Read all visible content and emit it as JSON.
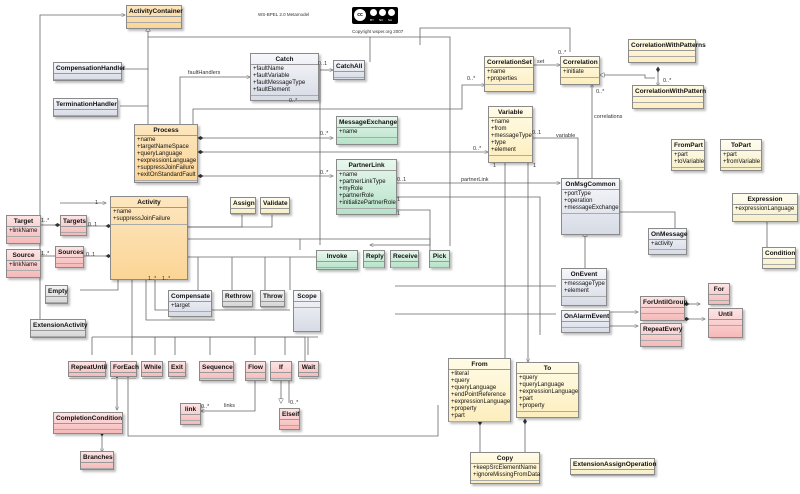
{
  "header": {
    "watermark": "WS-BPEL 2.0 Metamodel",
    "copyright": "Copyright wsper.org 2007",
    "license_badge": {
      "icon": "creative-commons-icon",
      "parts": [
        "BY",
        "NC",
        "SA"
      ]
    }
  },
  "classes": {
    "activityContainer": {
      "name": "ActivityContainer",
      "attrs": []
    },
    "compensationHandler": {
      "name": "CompensationHandler",
      "attrs": []
    },
    "terminationHandler": {
      "name": "TerminationHandler",
      "attrs": []
    },
    "catch": {
      "name": "Catch",
      "attrs": [
        "+faultName",
        "+faultVariable",
        "+faultMessageType",
        "+faultElement"
      ]
    },
    "catchAll": {
      "name": "CatchAll",
      "attrs": []
    },
    "process": {
      "name": "Process",
      "attrs": [
        "+name",
        "+targetNameSpace",
        "+queryLanguage",
        "+expressionLanguage",
        "+suppressJoinFailure",
        "+exitOnStandardFault"
      ]
    },
    "messageExchange": {
      "name": "MessageExchange",
      "attrs": [
        "+name"
      ]
    },
    "partnerLink": {
      "name": "PartnerLink",
      "attrs": [
        "+name",
        "+partnerLinkType",
        "+myRole",
        "+partnerRole",
        "+initializePartnerRole"
      ]
    },
    "correlationSet": {
      "name": "CorrelationSet",
      "attrs": [
        "+name",
        "+properties"
      ]
    },
    "correlation": {
      "name": "Correlation",
      "attrs": [
        "+initiate"
      ]
    },
    "correlationWithPatterns": {
      "name": "CorrelationWithPatterns",
      "attrs": []
    },
    "correlationWithPattern": {
      "name": "CorrelationWithPattern",
      "attrs": []
    },
    "variable": {
      "name": "Variable",
      "attrs": [
        "+name",
        "+from",
        "+messageType",
        "+type",
        "+element"
      ]
    },
    "fromPart": {
      "name": "FromPart",
      "attrs": [
        "+part",
        "+toVariable"
      ]
    },
    "toPart": {
      "name": "ToPart",
      "attrs": [
        "+part",
        "+fromVariable"
      ]
    },
    "expression": {
      "name": "Expression",
      "attrs": [
        "+expressionLanguage"
      ]
    },
    "condition": {
      "name": "Condition",
      "attrs": []
    },
    "onMsgCommon": {
      "name": "OnMsgCommon",
      "attrs": [
        "+portType",
        "+operation",
        "+messageExchange"
      ]
    },
    "onMessage": {
      "name": "OnMessage",
      "attrs": [
        "+activity"
      ]
    },
    "onEvent": {
      "name": "OnEvent",
      "attrs": [
        "+messageType",
        "+element"
      ]
    },
    "onAlarmEvent": {
      "name": "OnAlarmEvent",
      "attrs": []
    },
    "forUntilGroup": {
      "name": "ForUntilGroup",
      "attrs": []
    },
    "for": {
      "name": "For",
      "attrs": []
    },
    "until": {
      "name": "Until",
      "attrs": []
    },
    "repeatEvery": {
      "name": "RepeatEvery",
      "attrs": []
    },
    "activity": {
      "name": "Activity",
      "attrs": [
        "+name",
        "+suppressJoinFailure"
      ]
    },
    "target": {
      "name": "Target",
      "attrs": [
        "+linkName"
      ]
    },
    "targets": {
      "name": "Targets",
      "attrs": []
    },
    "source": {
      "name": "Source",
      "attrs": [
        "+linkName"
      ]
    },
    "sources": {
      "name": "Sources",
      "attrs": []
    },
    "assign": {
      "name": "Assign",
      "attrs": []
    },
    "validate": {
      "name": "Validate",
      "attrs": []
    },
    "invoke": {
      "name": "Invoke",
      "attrs": []
    },
    "reply": {
      "name": "Reply",
      "attrs": []
    },
    "receive": {
      "name": "Receive",
      "attrs": []
    },
    "pick": {
      "name": "Pick",
      "attrs": []
    },
    "empty": {
      "name": "Empty",
      "attrs": []
    },
    "extensionActivity": {
      "name": "ExtensionActivity",
      "attrs": []
    },
    "compensate": {
      "name": "Compensate",
      "attrs": [
        "+target"
      ]
    },
    "rethrow": {
      "name": "Rethrow",
      "attrs": []
    },
    "throw": {
      "name": "Throw",
      "attrs": []
    },
    "scope": {
      "name": "Scope",
      "attrs": []
    },
    "repeatUntil": {
      "name": "RepeatUntil",
      "attrs": []
    },
    "forEach": {
      "name": "ForEach",
      "attrs": []
    },
    "while": {
      "name": "While",
      "attrs": []
    },
    "exit": {
      "name": "Exit",
      "attrs": []
    },
    "sequence": {
      "name": "Sequence",
      "attrs": []
    },
    "flow": {
      "name": "Flow",
      "attrs": []
    },
    "if": {
      "name": "If",
      "attrs": []
    },
    "wait": {
      "name": "Wait",
      "attrs": []
    },
    "link": {
      "name": "link",
      "attrs": []
    },
    "elseif": {
      "name": "Elseif",
      "attrs": []
    },
    "completionCondition": {
      "name": "CompletionCondition",
      "attrs": []
    },
    "branches": {
      "name": "Branches",
      "attrs": []
    },
    "from": {
      "name": "From",
      "attrs": [
        "+literal",
        "+query",
        "+queryLanguage",
        "+endPointReference",
        "+expressionLanguage",
        "+property",
        "+part"
      ]
    },
    "to": {
      "name": "To",
      "attrs": [
        "+query",
        "+queryLanguage",
        "+expressionLanguage",
        "+part",
        "+property"
      ]
    },
    "copy": {
      "name": "Copy",
      "attrs": [
        "+keepSrcElementName",
        "+ignoreMissingFromData"
      ]
    },
    "extensionAssignOperation": {
      "name": "ExtensionAssignOperation",
      "attrs": []
    }
  },
  "labels": {
    "faultHandlers": "faultHandlers",
    "set": "set",
    "correlations": "correlations",
    "variable": "variable",
    "partnerLink": "partnerLink",
    "links": "links",
    "m_0n": "0..*",
    "m_01": "0..1",
    "m_1": "1",
    "m_1n": "1..*"
  }
}
